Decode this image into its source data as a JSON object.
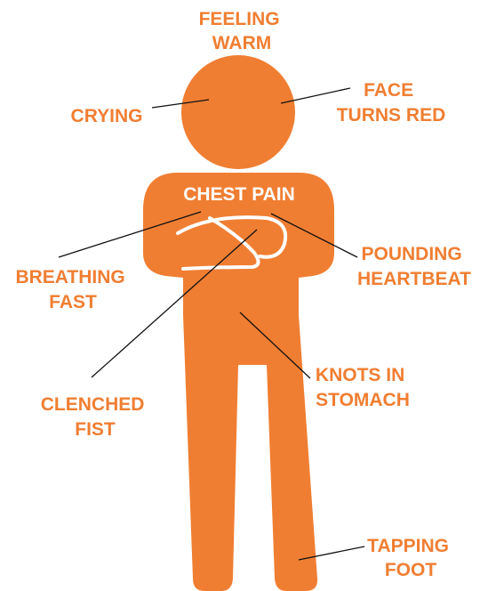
{
  "figure": {
    "accent_color": "#f07e32",
    "leader_color": "#111111"
  },
  "labels": {
    "feeling_warm": [
      "FEELING",
      "WARM"
    ],
    "crying": [
      "CRYING"
    ],
    "face_turns_red": [
      "FACE",
      "TURNS RED"
    ],
    "chest_pain": [
      "CHEST PAIN"
    ],
    "breathing_fast": [
      "BREATHING",
      "FAST"
    ],
    "pounding_heartbeat": [
      "POUNDING",
      "HEARTBEAT"
    ],
    "clenched_fist": [
      "CLENCHED",
      "FIST"
    ],
    "knots_in_stomach": [
      "KNOTS IN",
      "STOMACH"
    ],
    "tapping_foot": [
      "TAPPING",
      "FOOT"
    ]
  }
}
